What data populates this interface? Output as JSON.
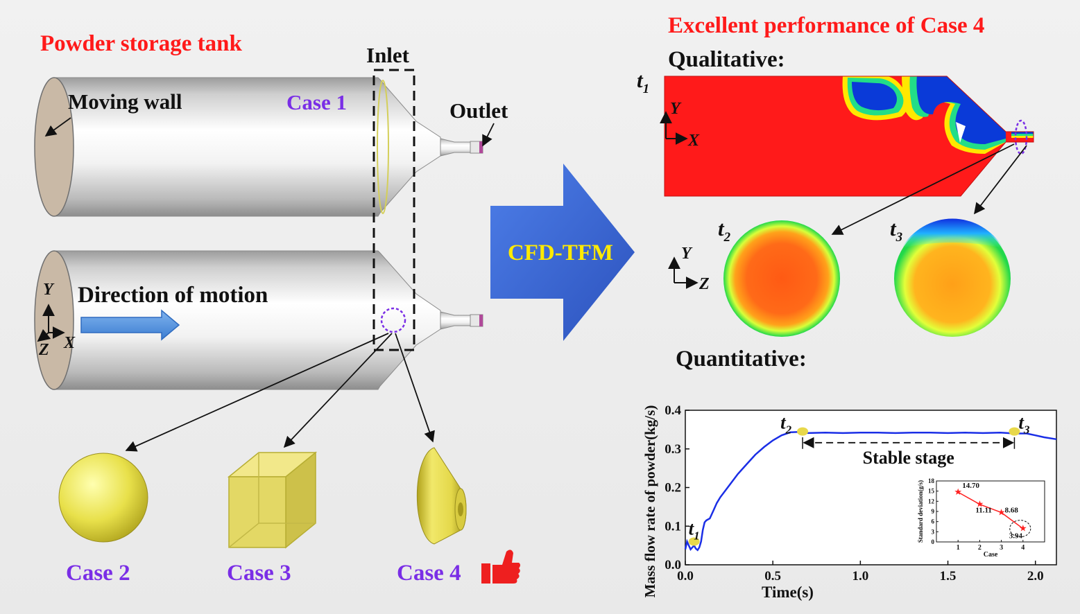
{
  "left": {
    "title": "Powder storage tank",
    "moving_wall": "Moving wall",
    "case1": "Case 1",
    "inlet": "Inlet",
    "outlet": "Outlet",
    "direction": "Direction of motion",
    "axes": {
      "y": "Y",
      "z": "Z",
      "x": "X"
    },
    "cases": [
      "Case 2",
      "Case 3",
      "Case 4"
    ]
  },
  "arrow_label": "CFD-TFM",
  "right": {
    "title": "Excellent performance of Case 4",
    "qualitative": "Qualitative:",
    "quantitative": "Quantitative:",
    "t1": {
      "t": "t",
      "sub": "1"
    },
    "t2": {
      "t": "t",
      "sub": "2"
    },
    "t3": {
      "t": "t",
      "sub": "3"
    },
    "axes_xy": {
      "y": "Y",
      "x": "X"
    },
    "axes_yz": {
      "y": "Y",
      "z": "Z"
    }
  },
  "colors": {
    "title_red": "#ff1a1a",
    "case_purple": "#7a2ee6",
    "label_yellow": "#ffea00",
    "arrow_blue": "#3b66d6",
    "curve_blue": "#1a2ee6"
  },
  "chart_data": [
    {
      "type": "line",
      "title": "",
      "xlabel": "Time(s)",
      "ylabel": "Mass flow rate of powder(kg/s)",
      "xlim": [
        0.0,
        2.12
      ],
      "ylim": [
        0.0,
        0.4
      ],
      "x_ticks": [
        "0.0",
        "0.5",
        "1.0",
        "1.5",
        "2.0"
      ],
      "y_ticks": [
        "0.0",
        "0.1",
        "0.2",
        "0.3",
        "0.4"
      ],
      "series": [
        {
          "x": [
            0.0,
            0.01,
            0.02,
            0.03,
            0.04,
            0.05,
            0.06,
            0.07,
            0.08,
            0.09,
            0.1,
            0.11,
            0.12,
            0.14,
            0.16,
            0.18,
            0.2,
            0.25,
            0.3,
            0.35,
            0.4,
            0.45,
            0.5,
            0.55,
            0.6,
            0.65,
            0.7,
            0.8,
            0.9,
            1.0,
            1.1,
            1.2,
            1.3,
            1.4,
            1.5,
            1.6,
            1.7,
            1.8,
            1.88,
            1.95,
            2.0,
            2.05,
            2.12
          ],
          "y": [
            0.04,
            0.06,
            0.05,
            0.04,
            0.045,
            0.05,
            0.042,
            0.038,
            0.045,
            0.06,
            0.09,
            0.11,
            0.115,
            0.12,
            0.14,
            0.16,
            0.175,
            0.205,
            0.235,
            0.26,
            0.285,
            0.305,
            0.322,
            0.335,
            0.343,
            0.344,
            0.341,
            0.342,
            0.341,
            0.342,
            0.342,
            0.341,
            0.342,
            0.342,
            0.341,
            0.342,
            0.341,
            0.342,
            0.34,
            0.34,
            0.335,
            0.33,
            0.325
          ]
        }
      ],
      "markers": [
        {
          "label": "t1",
          "x": 0.05,
          "y": 0.06
        },
        {
          "label": "t2",
          "x": 0.67,
          "y": 0.345
        },
        {
          "label": "t3",
          "x": 1.88,
          "y": 0.345
        }
      ],
      "annotation": "Stable stage",
      "annotation_range": [
        0.67,
        1.88
      ]
    },
    {
      "type": "line",
      "title": "",
      "xlabel": "Case",
      "ylabel": "Standard deviation(g/s)",
      "xlim": [
        0,
        5
      ],
      "ylim": [
        0,
        18
      ],
      "x_ticks": [
        "1",
        "2",
        "3",
        "4"
      ],
      "y_ticks": [
        "0",
        "3",
        "6",
        "9",
        "12",
        "15",
        "18"
      ],
      "series": [
        {
          "x": [
            1,
            2,
            3,
            4
          ],
          "y": [
            14.7,
            11.11,
            8.68,
            3.94
          ]
        }
      ],
      "data_labels": [
        "14.70",
        "11.11",
        "8.68",
        "3.94"
      ]
    }
  ]
}
